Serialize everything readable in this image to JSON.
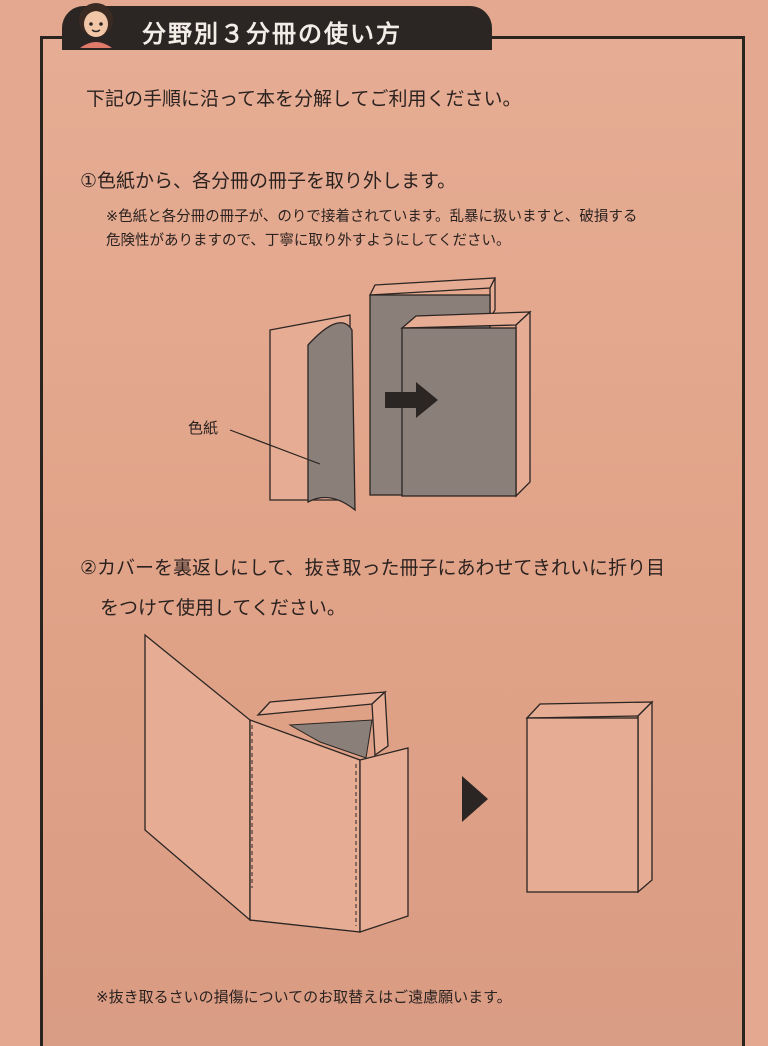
{
  "header": {
    "title": "分野別３分冊の使い方"
  },
  "intro": "下記の手順に沿って本を分解してご利用ください。",
  "step1": {
    "heading": "①色紙から、各分冊の冊子を取り外します。",
    "note_line1": "※色紙と各分冊の冊子が、のりで接着されています。乱暴に扱いますと、破損する",
    "note_line2": "危険性がありますので、丁寧に取り外すようにしてください。",
    "figure_label": "色紙"
  },
  "step2": {
    "line1": "②カバーを裏返しにして、抜き取った冊子にあわせてきれいに折り目",
    "line2": "をつけて使用してください。"
  },
  "footer_note": "※抜き取るさいの損傷についてのお取替えはご遠慮願います。",
  "colors": {
    "paper": "#e3a88f",
    "dark": "#2b2523",
    "gray_fill": "#8a7f79"
  }
}
